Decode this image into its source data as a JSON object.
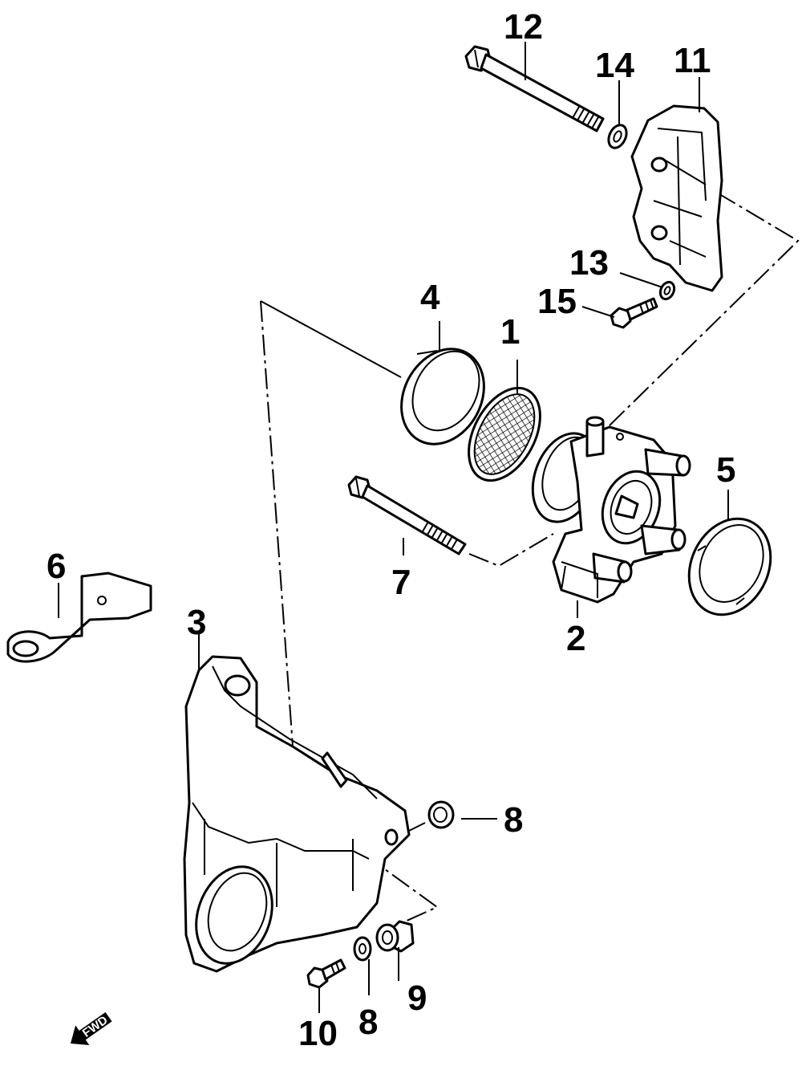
{
  "callouts": {
    "p1": "1",
    "p2": "2",
    "p3": "3",
    "p4": "4",
    "p5": "5",
    "p6": "6",
    "p7": "7",
    "p8a": "8",
    "p8b": "8",
    "p9": "9",
    "p10": "10",
    "p11": "11",
    "p12": "12",
    "p13": "13",
    "p14": "14",
    "p15": "15"
  },
  "direction_badge": "FWD"
}
